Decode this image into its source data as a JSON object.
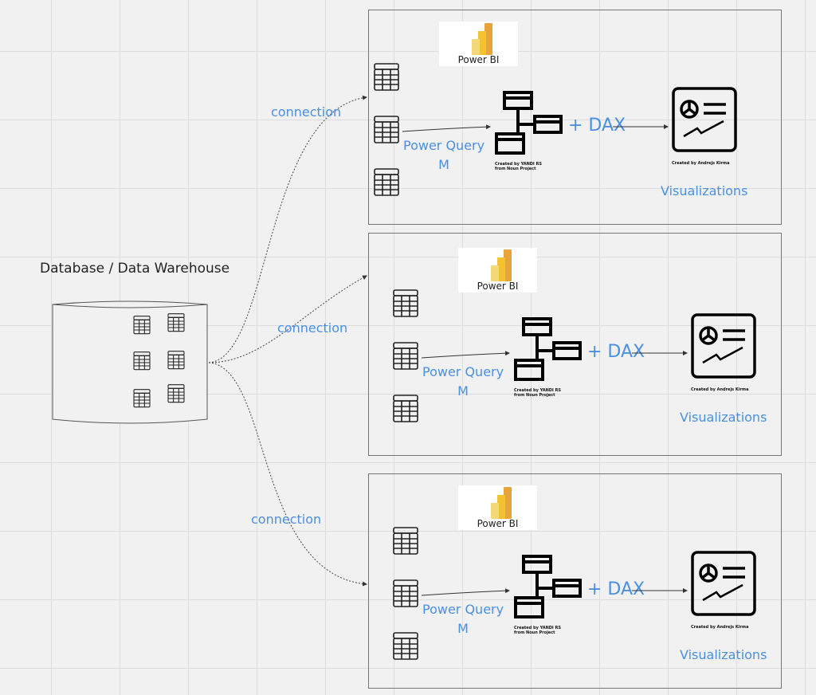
{
  "database": {
    "title": "Database / Data Warehouse"
  },
  "connections": [
    {
      "label": "connection"
    },
    {
      "label": "connection"
    },
    {
      "label": "connection"
    }
  ],
  "panels": [
    {
      "logo": "Power BI",
      "power_query": "Power Query",
      "m": "M",
      "dax": "+ DAX",
      "model_credit": "Created by YANDI RS",
      "model_credit2": "from Noun Project",
      "viz_credit": "Created by Andrejs Kirma",
      "visualizations": "Visualizations"
    },
    {
      "logo": "Power BI",
      "power_query": "Power Query",
      "m": "M",
      "dax": "+ DAX",
      "model_credit": "Created by YANDI RS",
      "model_credit2": "from Noun Project",
      "viz_credit": "Created by Andrejs Kirma",
      "visualizations": "Visualizations"
    },
    {
      "logo": "Power BI",
      "power_query": "Power Query",
      "m": "M",
      "dax": "+ DAX",
      "model_credit": "Created by YANDI RS",
      "model_credit2": "from Noun Project",
      "viz_credit": "Created by Andrejs Kirma",
      "visualizations": "Visualizations"
    }
  ],
  "colors": {
    "accent_text": "#4a90e2",
    "background": "#f1f1f1",
    "grid": "#dcdcdc"
  }
}
